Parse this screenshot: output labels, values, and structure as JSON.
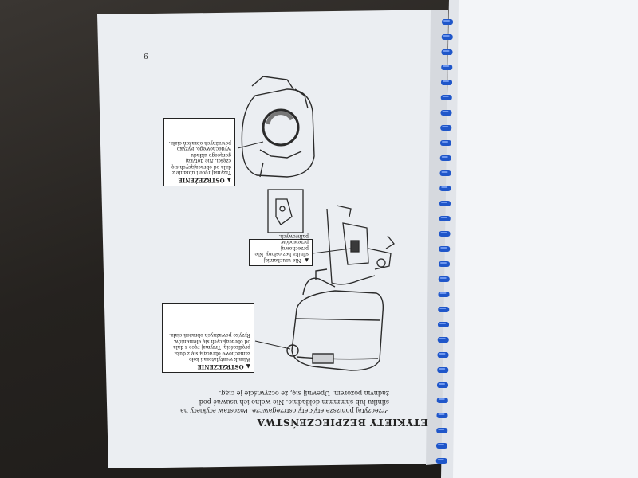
{
  "page": {
    "page_number": "9",
    "heading": "ETYKIETY BEZPIECZEŃSTWA",
    "intro": "Przeczytaj poniższe etykiety ostrzegawcze. Pozostaw etykiety na silniku lub shmmmm dokładnie. Nie wolno ich usuwać pod żadnym pozorem. Upewnij się, że oczywiście je ciąg."
  },
  "labels": [
    {
      "warning": "OSTRZEŻENIE",
      "text": "Wirnik wentylatora i koło zamachowe obracają się z dużą prędkością. Trzymaj ręce z dala od obracających się elementów. Ryzyko poważnych obrażeń ciała."
    },
    {
      "warning": "",
      "text": "Nie uruchamiaj silnika bez osłony. Nie przechowuj przewodów paliwowych."
    },
    {
      "warning": "OSTRZEŻENIE",
      "text": "Trzymaj ręce i ubranie z dala od obracających się części. Nie dotykaj gorącego układu wydechowego. Ryzyko poważnych obrażeń ciała."
    }
  ]
}
